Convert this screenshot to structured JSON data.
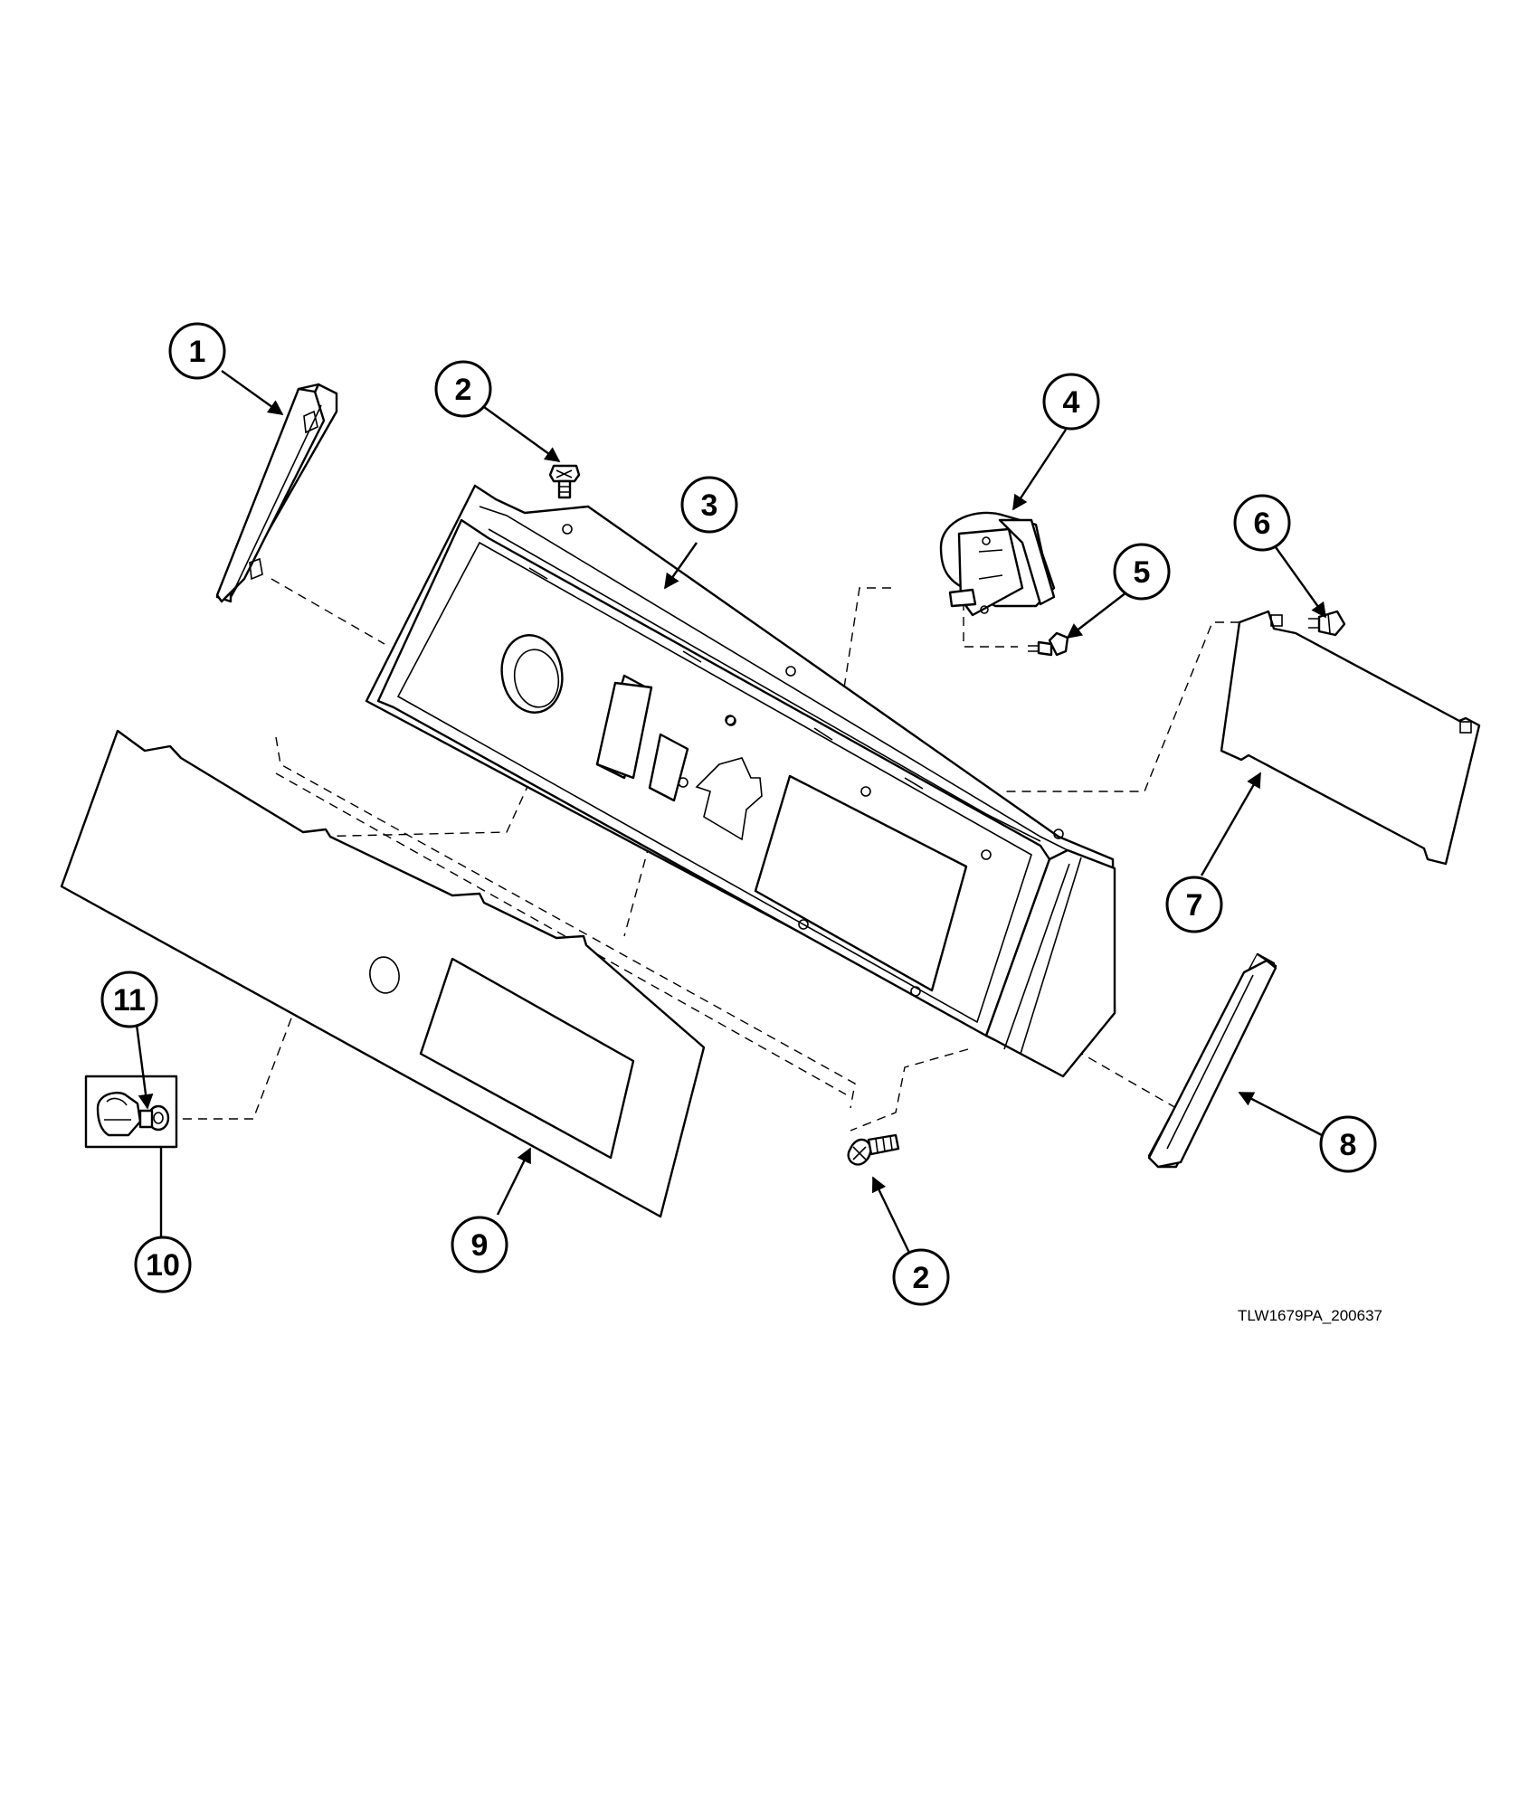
{
  "callouts": {
    "c1": "1",
    "c2a": "2",
    "c2b": "2",
    "c3": "3",
    "c4": "4",
    "c5": "5",
    "c6": "6",
    "c7": "7",
    "c8": "8",
    "c9": "9",
    "c10": "10",
    "c11": "11"
  },
  "drawing_code": "TLW1679PA_200637"
}
